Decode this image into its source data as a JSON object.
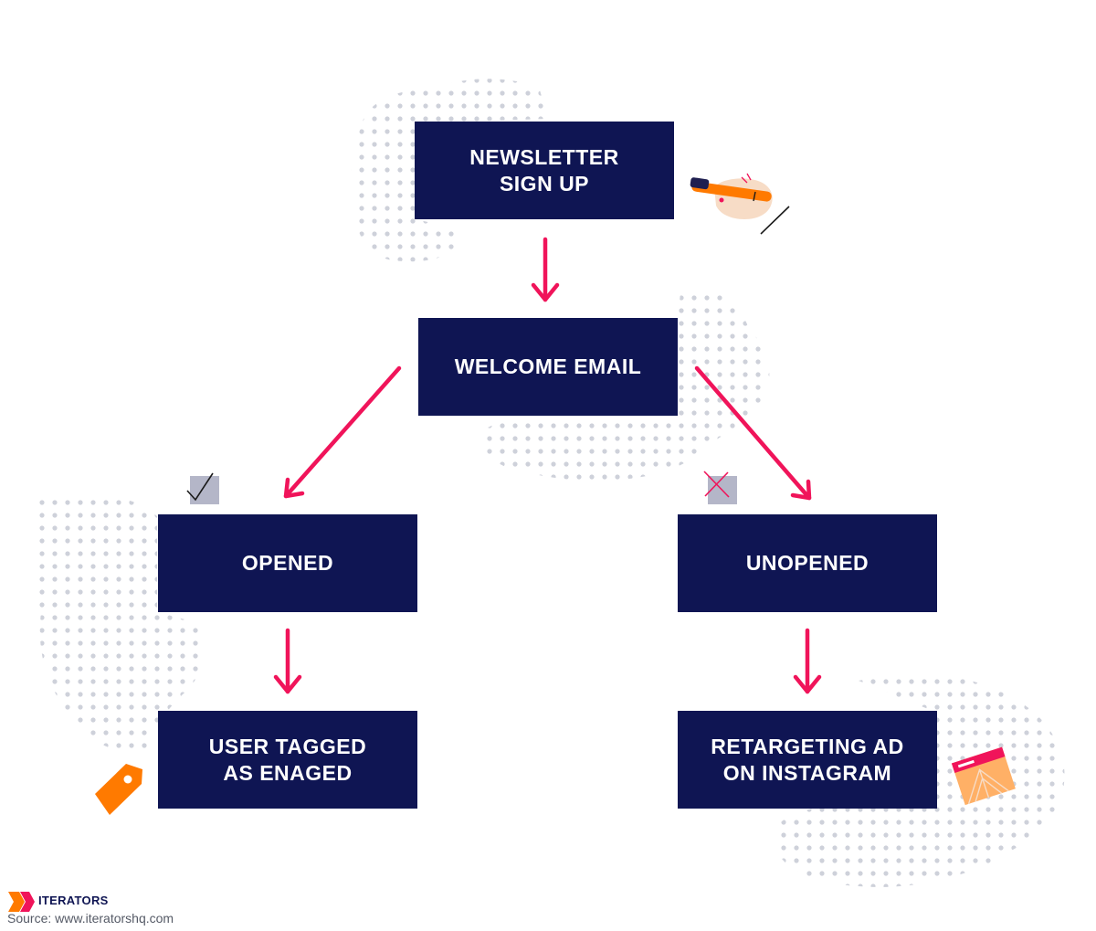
{
  "boxes": {
    "newsletter": "NEWSLETTER\nSIGN UP",
    "welcome": "WELCOME EMAIL",
    "opened": "OPENED",
    "unopened": "UNOPENED",
    "tagged": "USER TAGGED\nAS ENAGED",
    "retarget": "RETARGETING AD\nON INSTAGRAM"
  },
  "footer": {
    "brand": "ITERATORS",
    "source": "Source: www.iteratorshq.com"
  },
  "colors": {
    "box": "#0f1553",
    "arrow": "#f0145a",
    "dots": "#c9ccd6",
    "accent_orange": "#ff7a00",
    "checkbox": "#b4b6c8"
  },
  "icons": [
    "hand-pen-icon",
    "checkbox-check-icon",
    "checkbox-cross-icon",
    "price-tag-icon",
    "browser-window-icon",
    "iterators-logo-icon"
  ]
}
